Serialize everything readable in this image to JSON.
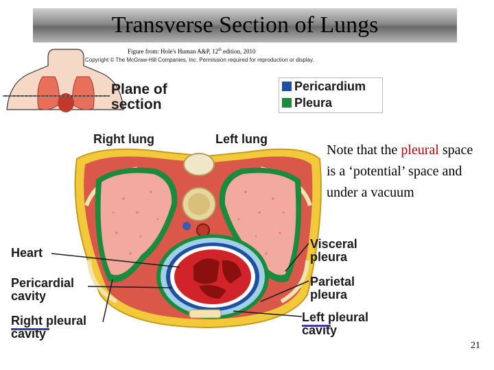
{
  "title": "Transverse Section of Lungs",
  "credit": {
    "prefix": "Figure from: Hole's Human A&P, 12",
    "sup": "th",
    "suffix": " edition, 2010"
  },
  "copyright": "Copyright © The McGraw-Hill Companies, Inc. Permission required for reproduction or display.",
  "plane": {
    "line1": "Plane of",
    "line2": "section"
  },
  "legend": [
    {
      "label": "Pericardium",
      "color": "#1f4fa0"
    },
    {
      "label": "Pleura",
      "color": "#1a8a3c"
    }
  ],
  "labels": {
    "right_lung": "Right lung",
    "left_lung": "Left lung",
    "heart": "Heart",
    "pericardial_cavity_1": "Pericardial",
    "pericardial_cavity_2": "cavity",
    "right_pleural_1a": "Right",
    "right_pleural_1b": " pleural",
    "right_pleural_2": "cavity",
    "visceral_1": "Visceral",
    "visceral_2": "pleura",
    "parietal_1": "Parietal",
    "parietal_2": "pleura",
    "left_pleural_1a": "Left",
    "left_pleural_1b": " pleural",
    "left_pleural_2": "cavity"
  },
  "note": {
    "part1": "Note that the ",
    "highlight": "pleural",
    "part2": " space is a ‘potential’ space and under a vacuum"
  },
  "page_number": "21"
}
